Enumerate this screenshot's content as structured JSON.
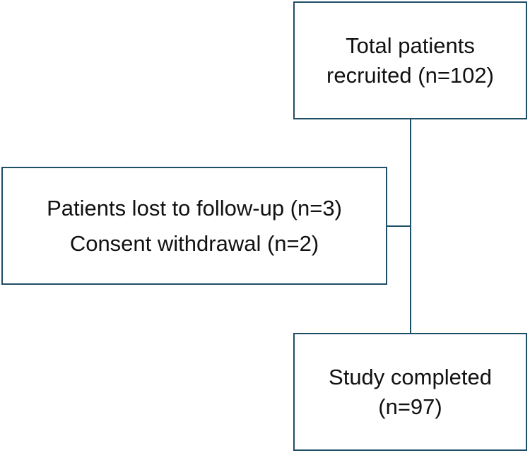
{
  "flowchart": {
    "recruited": {
      "line1": "Total patients",
      "line2": "recruited (n=102)"
    },
    "excluded": {
      "line1": "Patients lost to follow-up (n=3)",
      "line2": "Consent withdrawal (n=2)"
    },
    "completed": {
      "line1": "Study completed",
      "line2": "(n=97)"
    }
  },
  "colors": {
    "border": "#1f4e67",
    "connector": "#1f4e67",
    "text": "#111111",
    "background": "#ffffff"
  }
}
